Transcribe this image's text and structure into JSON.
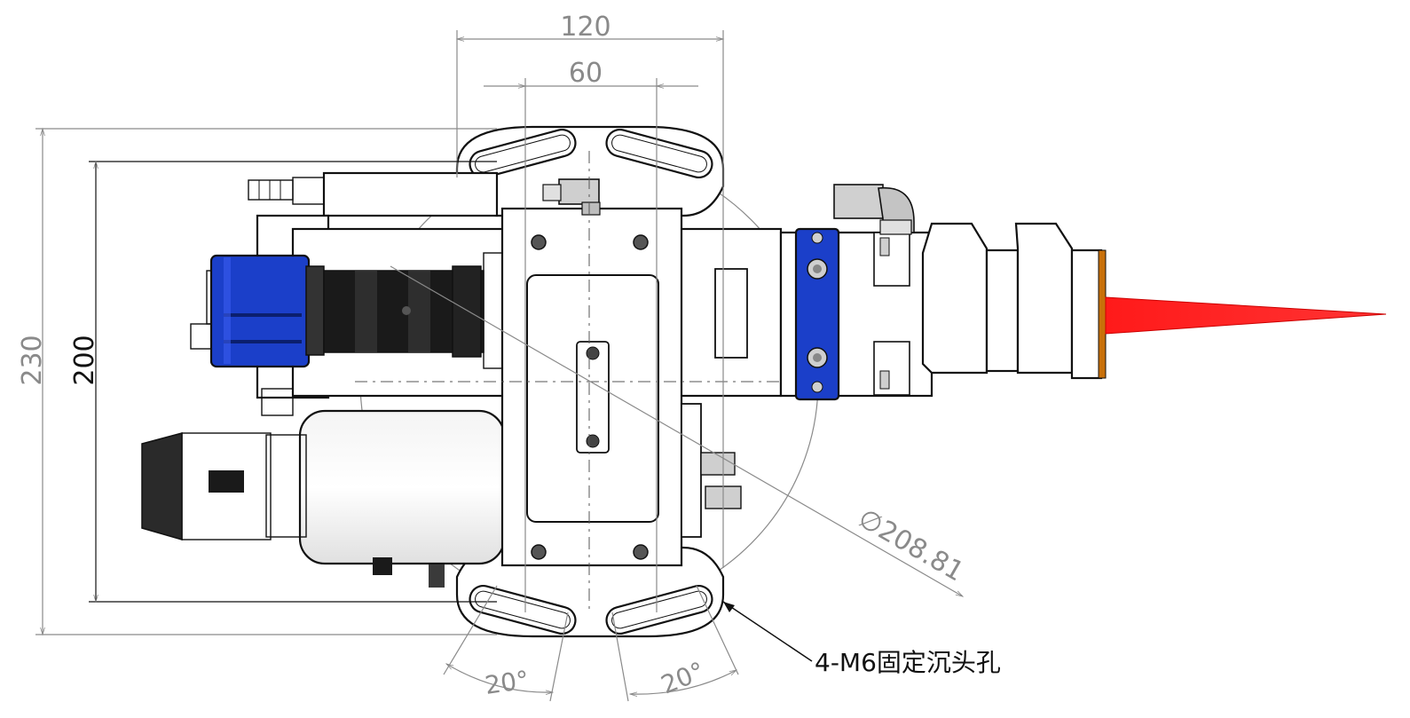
{
  "dimensions": {
    "width_outer": "120",
    "width_inner": "60",
    "height_outer": "230",
    "height_inner": "200",
    "diameter": "∅208.81",
    "angle_left": "20°",
    "angle_right": "20°"
  },
  "callout": {
    "label": "4-M6固定沉头孔"
  },
  "colors": {
    "blue_part": "#1b3fc9",
    "beam_red": "#ff1a1a",
    "line_gray": "#8a8a8a",
    "outline": "#111111",
    "body_white": "#ffffff",
    "light_gray": "#d9d9d9"
  }
}
